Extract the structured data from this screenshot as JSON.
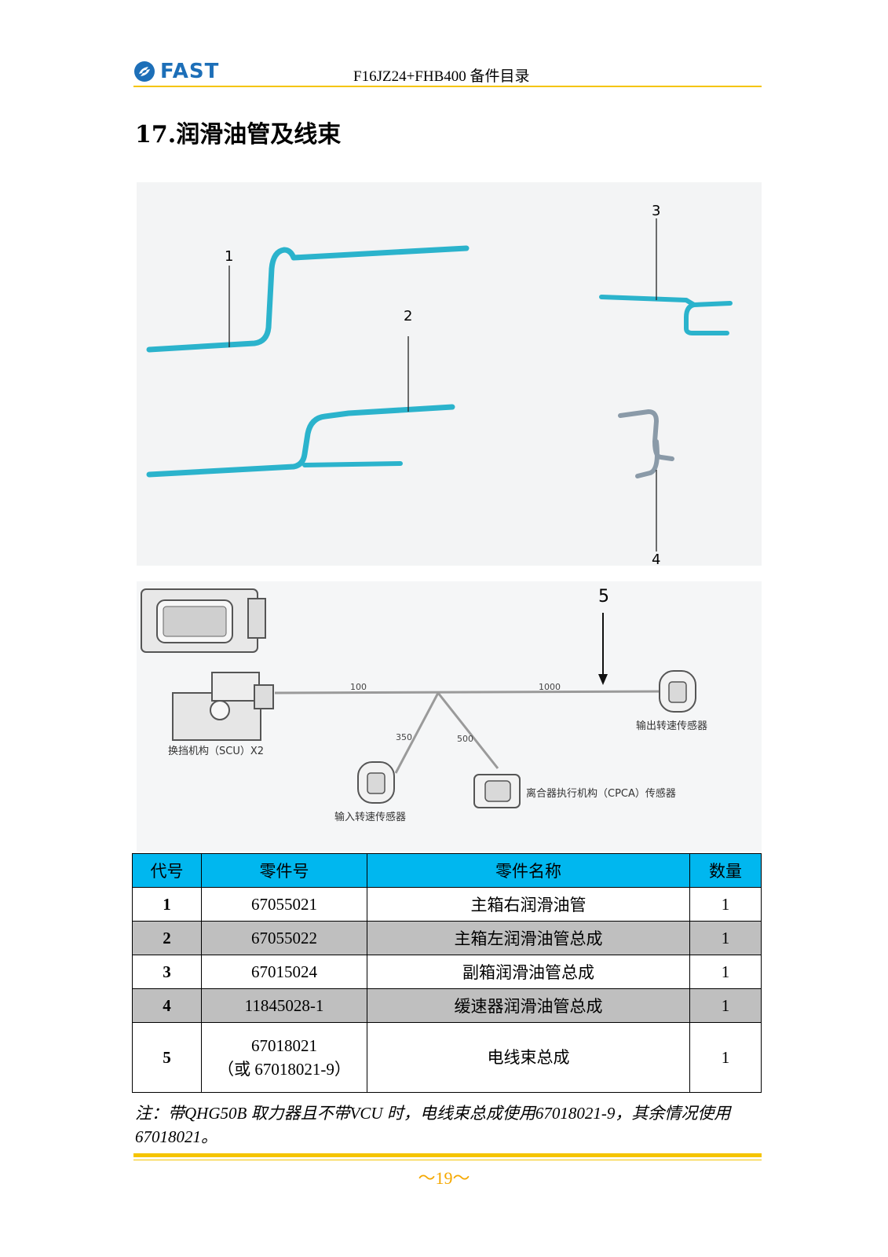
{
  "header": {
    "logo_text": "FAST",
    "title": "F16JZ24+FHB400 备件目录"
  },
  "section_title": "17.润滑油管及线束",
  "figure": {
    "callouts": [
      "1",
      "2",
      "3",
      "4",
      "5"
    ],
    "harness_dims": [
      "100",
      "1000",
      "350",
      "500"
    ],
    "harness_labels": {
      "scu": "换挡机构（SCU）X2",
      "output_sensor": "输出转速传感器",
      "input_sensor": "输入转速传感器",
      "cpca_sensor": "离合器执行机构（CPCA）传感器"
    },
    "pipe_color": "#2bb3cc",
    "pipe4_color": "#8a9aa8"
  },
  "table": {
    "headers": [
      "代号",
      "零件号",
      "零件名称",
      "数量"
    ],
    "header_color": "#00b7ef",
    "shade_color": "#bfbfbf",
    "rows": [
      {
        "no": "1",
        "part": "67055021",
        "part_alt": "",
        "name": "主箱右润滑油管",
        "qty": "1"
      },
      {
        "no": "2",
        "part": "67055022",
        "part_alt": "",
        "name": "主箱左润滑油管总成",
        "qty": "1"
      },
      {
        "no": "3",
        "part": "67015024",
        "part_alt": "",
        "name": "副箱润滑油管总成",
        "qty": "1"
      },
      {
        "no": "4",
        "part": "11845028-1",
        "part_alt": "",
        "name": "缓速器润滑油管总成",
        "qty": "1"
      },
      {
        "no": "5",
        "part": "67018021",
        "part_alt": "（或 67018021-9）",
        "name": "电线束总成",
        "qty": "1"
      }
    ]
  },
  "note": "注：带QHG50B 取力器且不带VCU 时，电线束总成使用67018021-9，其余情况使用67018021。",
  "page_number": "～19～",
  "accent_color": "#f5c400"
}
